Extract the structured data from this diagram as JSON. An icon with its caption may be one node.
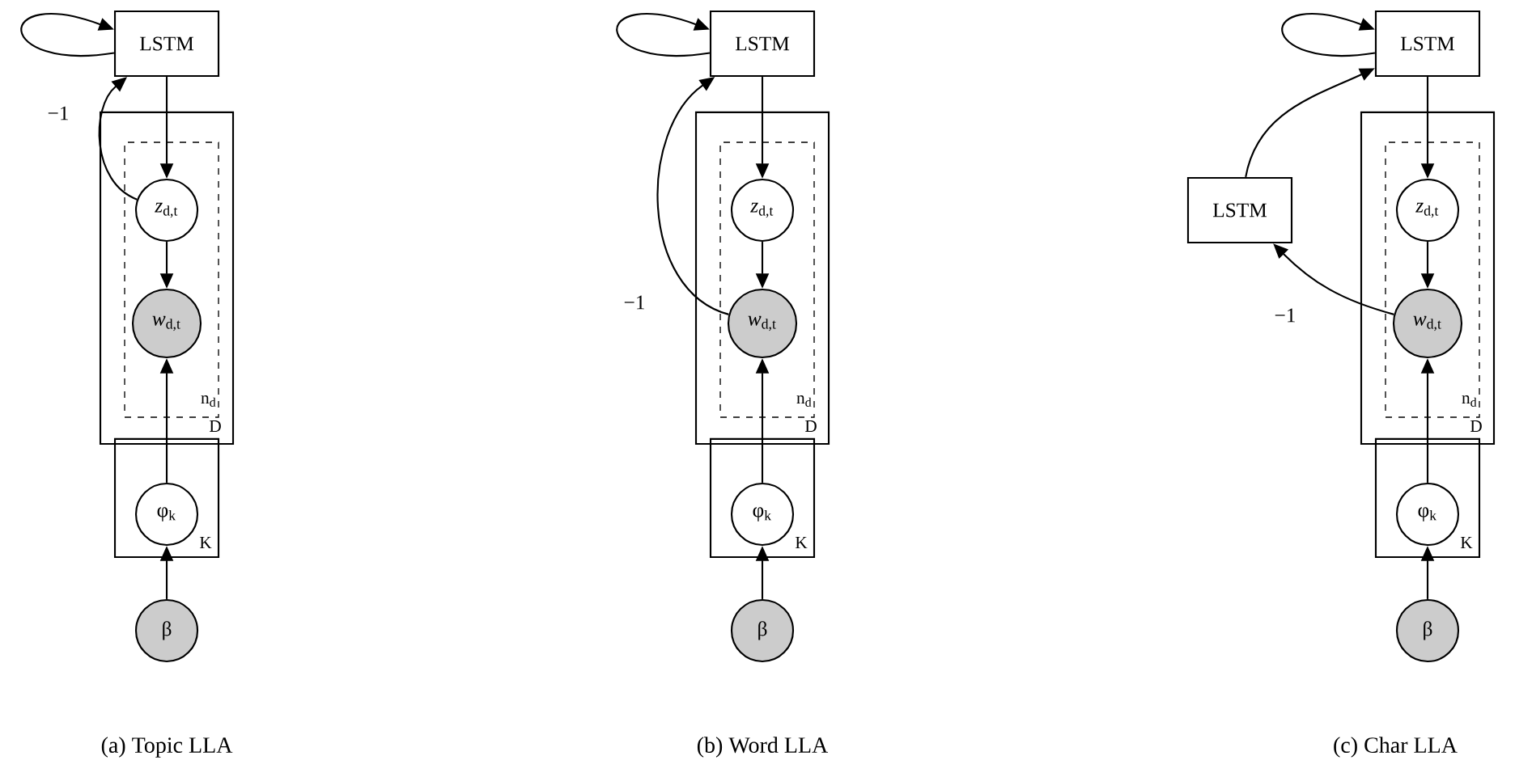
{
  "diagram": {
    "nodes": [
      {
        "text": [
          "LSTM"
        ]
      },
      {
        "text": [
          "D"
        ]
      },
      {
        "text": [
          "n$_{d}$"
        ],
        "in": 1
      },
      {
        "text": [
          "*z*$_{d,t}$"
        ],
        "in": 2
      },
      {
        "text": [
          "*w*$_{d,t}$"
        ],
        "in": 2
      },
      {
        "text": [
          "K"
        ]
      },
      {
        "text": [
          "φ$_{k}$"
        ],
        "in": 5
      },
      {
        "text": [
          "β"
        ]
      },
      {
        "text": [
          "LSTM"
        ]
      },
      {
        "text": [
          "D"
        ]
      },
      {
        "text": [
          "n$_{d}$"
        ],
        "in": 9
      },
      {
        "text": [
          "*z*$_{d,t}$"
        ],
        "in": 10
      },
      {
        "text": [
          "*w*$_{d,t}$"
        ],
        "in": 10
      },
      {
        "text": [
          "K"
        ]
      },
      {
        "text": [
          "φ$_{k}$"
        ],
        "in": 13
      },
      {
        "text": [
          "β"
        ]
      },
      {
        "text": [
          "LSTM"
        ]
      },
      {
        "text": [
          "LSTM"
        ]
      },
      {
        "text": [
          "D"
        ]
      },
      {
        "text": [
          "n$_{d}$"
        ],
        "in": 18
      },
      {
        "text": [
          "*z*$_{d,t}$"
        ],
        "in": 19
      },
      {
        "text": [
          "*w*$_{d,t}$"
        ],
        "in": 19
      },
      {
        "text": [
          "K"
        ]
      },
      {
        "text": [
          "φ$_{k}$"
        ],
        "in": 22
      },
      {
        "text": [
          "β"
        ]
      }
    ],
    "edges": [
      {
        "from": 0,
        "to": 0,
        "arrow": "to"
      },
      {
        "from": 0,
        "to": 3,
        "arrow": "to"
      },
      {
        "from": 3,
        "to": 0,
        "arrow": "to",
        "label": "−1"
      },
      {
        "from": 3,
        "to": 4,
        "arrow": "to"
      },
      {
        "from": 6,
        "to": 4,
        "arrow": "to"
      },
      {
        "from": 7,
        "to": 6,
        "arrow": "to"
      },
      {
        "from": 8,
        "to": 8,
        "arrow": "to"
      },
      {
        "from": 8,
        "to": 11,
        "arrow": "to"
      },
      {
        "from": 12,
        "to": 8,
        "arrow": "to",
        "label": "−1"
      },
      {
        "from": 11,
        "to": 12,
        "arrow": "to"
      },
      {
        "from": 14,
        "to": 12,
        "arrow": "to"
      },
      {
        "from": 15,
        "to": 14,
        "arrow": "to"
      },
      {
        "from": 16,
        "to": 16,
        "arrow": "to"
      },
      {
        "from": 16,
        "to": 20,
        "arrow": "to"
      },
      {
        "from": 21,
        "to": 17,
        "arrow": "to",
        "label": "−1"
      },
      {
        "from": 17,
        "to": 16,
        "arrow": "to"
      },
      {
        "from": 20,
        "to": 21,
        "arrow": "to"
      },
      {
        "from": 23,
        "to": 21,
        "arrow": "to"
      },
      {
        "from": 24,
        "to": 23,
        "arrow": "to"
      }
    ],
    "labels": [
      "(a) Topic LLA",
      "(b) Word LLA",
      "(c) Char LLA"
    ]
  }
}
